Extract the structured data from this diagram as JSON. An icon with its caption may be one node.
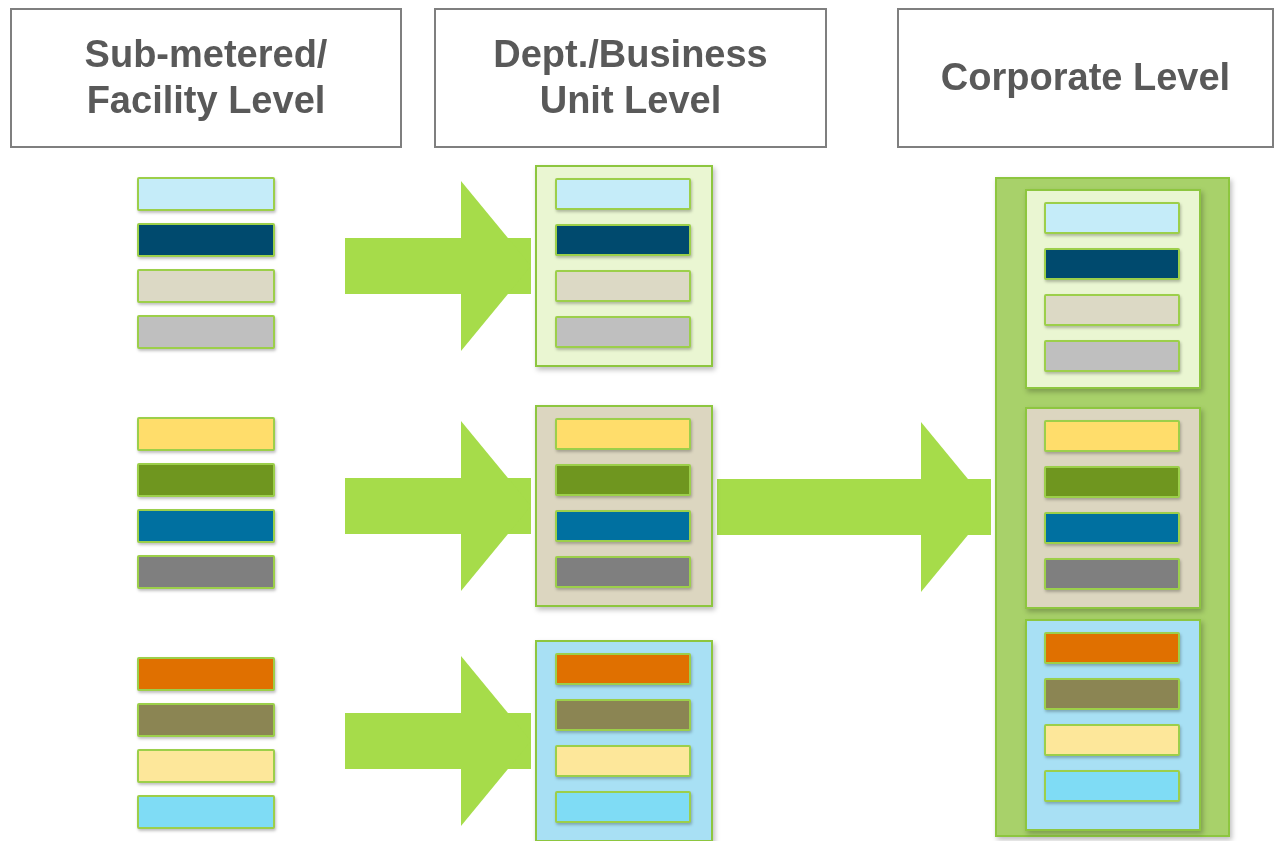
{
  "diagram": {
    "nodes": [
      {
        "text": [
          "Sub-metered/ Facility Level"
        ]
      },
      {
        "text": [
          "Dept./Business Unit Level"
        ]
      },
      {
        "text": [
          "Corporate Level"
        ]
      },
      {
        "text": [],
        "shape": "bar"
      },
      {
        "text": [],
        "shape": "bar"
      },
      {
        "text": [],
        "shape": "bar"
      },
      {
        "text": [],
        "shape": "bar"
      },
      {
        "text": [],
        "shape": "bar"
      },
      {
        "text": [],
        "shape": "bar"
      },
      {
        "text": [],
        "shape": "bar"
      },
      {
        "text": [],
        "shape": "bar"
      },
      {
        "text": [],
        "shape": "bar"
      },
      {
        "text": [],
        "shape": "bar"
      },
      {
        "text": [],
        "shape": "bar"
      },
      {
        "text": [],
        "shape": "bar"
      },
      {
        "text": [],
        "shape": "box"
      },
      {
        "text": [],
        "shape": "bar",
        "in": 15
      },
      {
        "text": [],
        "shape": "bar",
        "in": 15
      },
      {
        "text": [],
        "shape": "bar",
        "in": 15
      },
      {
        "text": [],
        "shape": "bar",
        "in": 15
      },
      {
        "text": [],
        "shape": "box"
      },
      {
        "text": [],
        "shape": "bar",
        "in": 20
      },
      {
        "text": [],
        "shape": "bar",
        "in": 20
      },
      {
        "text": [],
        "shape": "bar",
        "in": 20
      },
      {
        "text": [],
        "shape": "bar",
        "in": 20
      },
      {
        "text": [],
        "shape": "box"
      },
      {
        "text": [],
        "shape": "bar",
        "in": 25
      },
      {
        "text": [],
        "shape": "bar",
        "in": 25
      },
      {
        "text": [],
        "shape": "bar",
        "in": 25
      },
      {
        "text": [],
        "shape": "bar",
        "in": 25
      },
      {
        "text": [],
        "shape": "box"
      },
      {
        "text": [],
        "shape": "box",
        "in": 30
      },
      {
        "text": [],
        "shape": "bar",
        "in": 31
      },
      {
        "text": [],
        "shape": "bar",
        "in": 31
      },
      {
        "text": [],
        "shape": "bar",
        "in": 31
      },
      {
        "text": [],
        "shape": "bar",
        "in": 31
      },
      {
        "text": [],
        "shape": "box",
        "in": 30
      },
      {
        "text": [],
        "shape": "bar",
        "in": 36
      },
      {
        "text": [],
        "shape": "bar",
        "in": 36
      },
      {
        "text": [],
        "shape": "bar",
        "in": 36
      },
      {
        "text": [],
        "shape": "bar",
        "in": 36
      },
      {
        "text": [],
        "shape": "box",
        "in": 30
      },
      {
        "text": [],
        "shape": "bar",
        "in": 41
      },
      {
        "text": [],
        "shape": "bar",
        "in": 41
      },
      {
        "text": [],
        "shape": "bar",
        "in": 41
      },
      {
        "text": [],
        "shape": "bar",
        "in": 41
      }
    ],
    "edges": [
      {
        "from": null,
        "to": 15,
        "arrow": "to"
      },
      {
        "from": null,
        "to": 20,
        "arrow": "to"
      },
      {
        "from": null,
        "to": 25,
        "arrow": "to"
      },
      {
        "from": 20,
        "to": 30,
        "arrow": "to"
      }
    ]
  }
}
